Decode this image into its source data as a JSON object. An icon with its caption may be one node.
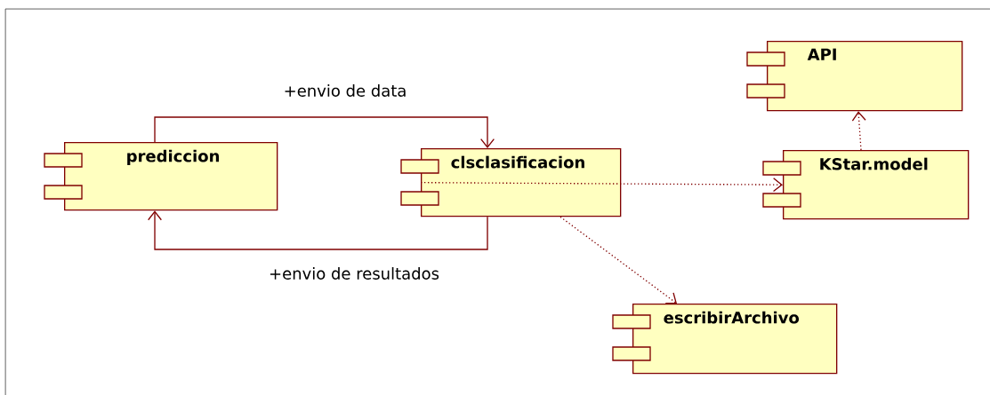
{
  "diagram": {
    "nodes": [
      {
        "text": [
          "prediccion"
        ]
      },
      {
        "text": [
          "clsclasificacion"
        ]
      },
      {
        "text": [
          "API"
        ]
      },
      {
        "text": [
          "KStar.model"
        ]
      },
      {
        "text": [
          "escribirArchivo"
        ]
      }
    ],
    "edges": [
      {
        "from": 0,
        "to": 1,
        "arrow": "to",
        "label": "+envio de data"
      },
      {
        "from": 1,
        "to": 0,
        "arrow": "to",
        "label": "+envio de resultados"
      },
      {
        "from": 1,
        "to": 3,
        "arrow": "to",
        "style": "dashed"
      },
      {
        "from": 1,
        "to": 4,
        "arrow": "to",
        "style": "dashed"
      },
      {
        "from": 3,
        "to": 2,
        "arrow": "to",
        "style": "dashed"
      }
    ]
  }
}
